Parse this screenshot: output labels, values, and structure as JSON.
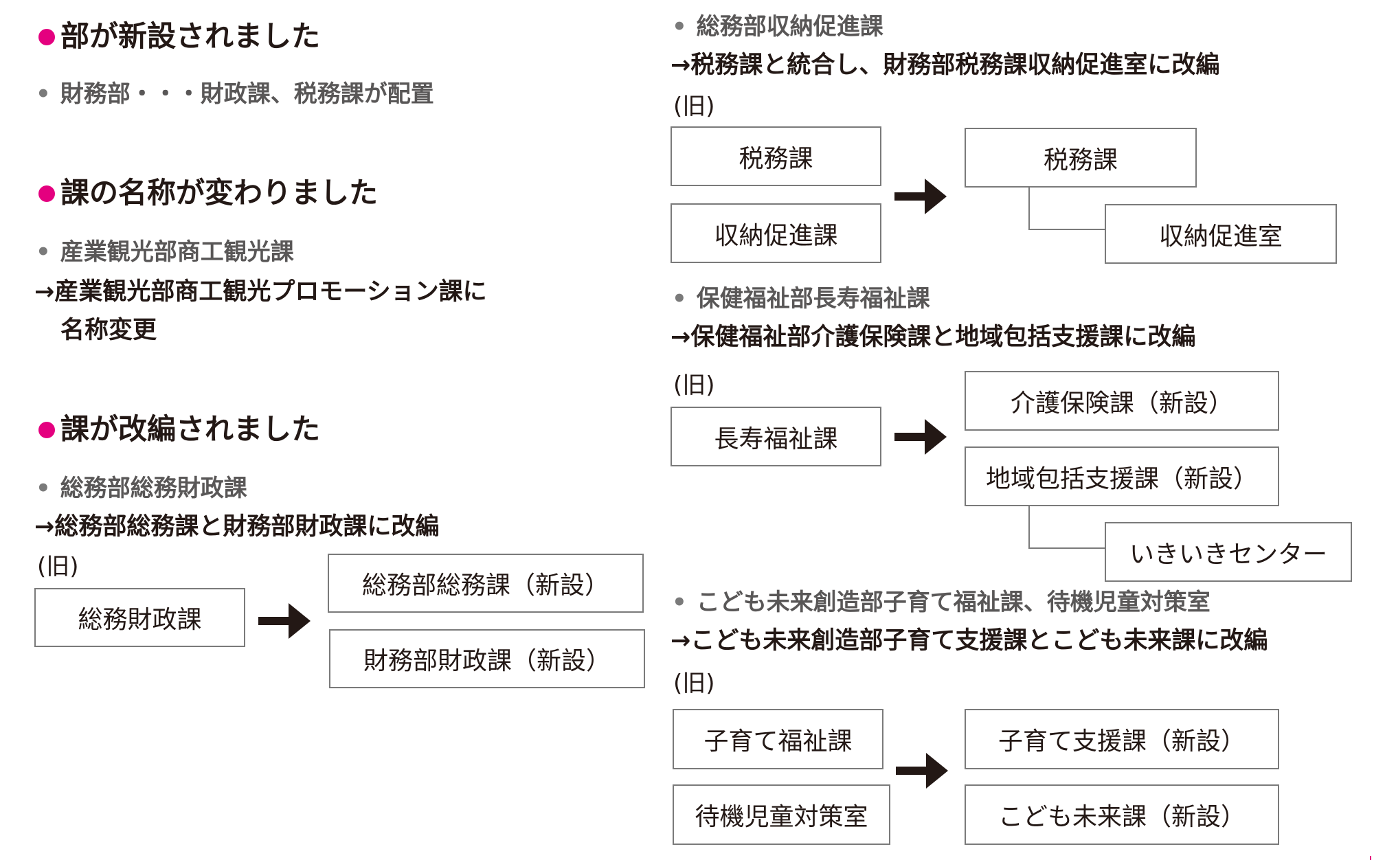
{
  "left": {
    "section1": {
      "heading": "部が新設されました",
      "item": "財務部・・・財政課、税務課が配置"
    },
    "section2": {
      "heading": "課の名称が変わりました",
      "item": "産業観光部商工観光課",
      "arrow_line1": "→産業観光部商工観光プロモーション課に",
      "arrow_line2": "名称変更"
    },
    "section3": {
      "heading": "課が改編されました",
      "item": "総務部総務財政課",
      "arrow_line": "→総務部総務課と財務部財政課に改編",
      "old_label": "(旧)",
      "old_boxes": [
        "総務財政課"
      ],
      "new_boxes": [
        "総務部総務課（新設）",
        "財務部財政課（新設）"
      ]
    }
  },
  "right": {
    "group1": {
      "item": "総務部収納促進課",
      "arrow_line": "→税務課と統合し、財務部税務課収納促進室に改編",
      "old_label": "(旧)",
      "old_boxes": [
        "税務課",
        "収納促進課"
      ],
      "new_boxes": [
        "税務課",
        "収納促進室"
      ]
    },
    "group2": {
      "item": "保健福祉部長寿福祉課",
      "arrow_line": "→保健福祉部介護保険課と地域包括支援課に改編",
      "old_label": "(旧)",
      "old_boxes": [
        "長寿福祉課"
      ],
      "new_boxes": [
        "介護保険課（新設）",
        "地域包括支援課（新設）",
        "いきいきセンター"
      ]
    },
    "group3": {
      "item": "こども未来創造部子育て福祉課、待機児童対策室",
      "arrow_line": "→こども未来創造部子育て支援課とこども未来課に改編",
      "old_label": "(旧)",
      "old_boxes": [
        "子育て福祉課",
        "待機児童対策室"
      ],
      "new_boxes": [
        "子育て支援課（新設）",
        "こども未来課（新設）"
      ]
    }
  },
  "colors": {
    "accent": "#e4007f",
    "text": "#231815",
    "subtext": "#595757",
    "border": "#7a7a7a"
  }
}
